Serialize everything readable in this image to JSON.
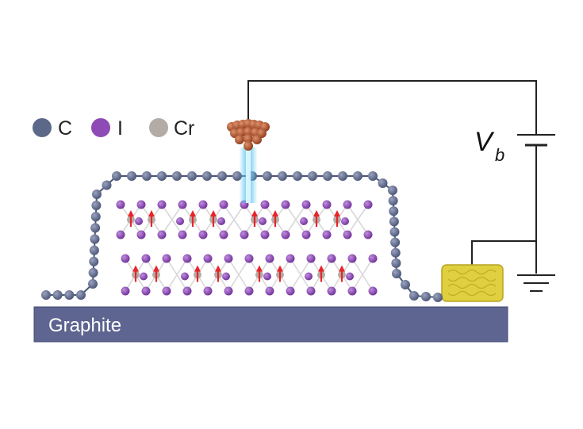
{
  "legend": [
    {
      "symbol": "C",
      "color": "#5c6888"
    },
    {
      "symbol": "I",
      "color": "#8e4bb5"
    },
    {
      "symbol": "Cr",
      "color": "#b3aca6"
    }
  ],
  "bias_label": {
    "main": "V",
    "subscript": "b"
  },
  "substrate": {
    "label": "Graphite",
    "color": "#5d6590"
  },
  "colors": {
    "carbon": "#5c6888",
    "iodine": "#8e4bb5",
    "chromium": "#b3aca6",
    "tip": "#b8522e",
    "beam": "#55c4ee",
    "electrode": "#e0cf3e",
    "spin_arrow": "#e8242a"
  }
}
